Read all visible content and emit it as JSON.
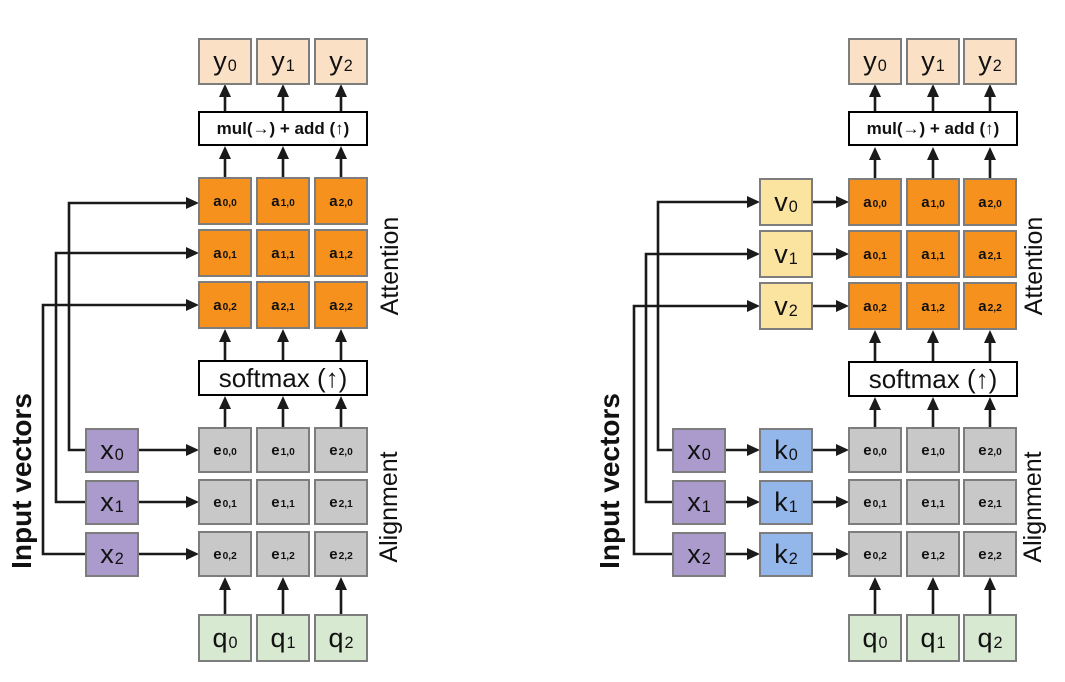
{
  "colors": {
    "output_box": "#FAE1C6",
    "attention_cell": "#F6911E",
    "alignment_cell": "#C8C8C8",
    "input_box": "#AA9BCC",
    "query_box": "#D7E9D1",
    "key_box": "#93B7EA",
    "value_box": "#FBE3A0",
    "op_box": "#FFFFFF",
    "wire": "#1A1A1A"
  },
  "left": {
    "side_label": "Input vectors",
    "attention_label": "Attention",
    "alignment_label": "Alignment",
    "softmax_label": "softmax (↑)",
    "muladd_label": "mul(→) + add (↑)",
    "y": [
      {
        "base": "y",
        "sub": "0"
      },
      {
        "base": "y",
        "sub": "1"
      },
      {
        "base": "y",
        "sub": "2"
      }
    ],
    "x": [
      {
        "base": "x",
        "sub": "0"
      },
      {
        "base": "x",
        "sub": "1"
      },
      {
        "base": "x",
        "sub": "2"
      }
    ],
    "q": [
      {
        "base": "q",
        "sub": "0"
      },
      {
        "base": "q",
        "sub": "1"
      },
      {
        "base": "q",
        "sub": "2"
      }
    ],
    "a": [
      [
        {
          "base": "a",
          "sub": "0,0"
        },
        {
          "base": "a",
          "sub": "1,0"
        },
        {
          "base": "a",
          "sub": "2,0"
        }
      ],
      [
        {
          "base": "a",
          "sub": "0,1"
        },
        {
          "base": "a",
          "sub": "1,1"
        },
        {
          "base": "a",
          "sub": "1,2"
        }
      ],
      [
        {
          "base": "a",
          "sub": "0,2"
        },
        {
          "base": "a",
          "sub": "2,1"
        },
        {
          "base": "a",
          "sub": "2,2"
        }
      ]
    ],
    "e": [
      [
        {
          "base": "e",
          "sub": "0,0"
        },
        {
          "base": "e",
          "sub": "1,0"
        },
        {
          "base": "e",
          "sub": "2,0"
        }
      ],
      [
        {
          "base": "e",
          "sub": "0,1"
        },
        {
          "base": "e",
          "sub": "1,1"
        },
        {
          "base": "e",
          "sub": "2,1"
        }
      ],
      [
        {
          "base": "e",
          "sub": "0,2"
        },
        {
          "base": "e",
          "sub": "1,2"
        },
        {
          "base": "e",
          "sub": "2,2"
        }
      ]
    ]
  },
  "right": {
    "side_label": "Input vectors",
    "attention_label": "Attention",
    "alignment_label": "Alignment",
    "softmax_label": "softmax (↑)",
    "muladd_label": "mul(→) + add (↑)",
    "y": [
      {
        "base": "y",
        "sub": "0"
      },
      {
        "base": "y",
        "sub": "1"
      },
      {
        "base": "y",
        "sub": "2"
      }
    ],
    "x": [
      {
        "base": "x",
        "sub": "0"
      },
      {
        "base": "x",
        "sub": "1"
      },
      {
        "base": "x",
        "sub": "2"
      }
    ],
    "k": [
      {
        "base": "k",
        "sub": "0"
      },
      {
        "base": "k",
        "sub": "1"
      },
      {
        "base": "k",
        "sub": "2"
      }
    ],
    "v": [
      {
        "base": "v",
        "sub": "0"
      },
      {
        "base": "v",
        "sub": "1"
      },
      {
        "base": "v",
        "sub": "2"
      }
    ],
    "q": [
      {
        "base": "q",
        "sub": "0"
      },
      {
        "base": "q",
        "sub": "1"
      },
      {
        "base": "q",
        "sub": "2"
      }
    ],
    "a": [
      [
        {
          "base": "a",
          "sub": "0,0"
        },
        {
          "base": "a",
          "sub": "1,0"
        },
        {
          "base": "a",
          "sub": "2,0"
        }
      ],
      [
        {
          "base": "a",
          "sub": "0,1"
        },
        {
          "base": "a",
          "sub": "1,1"
        },
        {
          "base": "a",
          "sub": "2,1"
        }
      ],
      [
        {
          "base": "a",
          "sub": "0,2"
        },
        {
          "base": "a",
          "sub": "1,2"
        },
        {
          "base": "a",
          "sub": "2,2"
        }
      ]
    ],
    "e": [
      [
        {
          "base": "e",
          "sub": "0,0"
        },
        {
          "base": "e",
          "sub": "1,0"
        },
        {
          "base": "e",
          "sub": "2,0"
        }
      ],
      [
        {
          "base": "e",
          "sub": "0,1"
        },
        {
          "base": "e",
          "sub": "1,1"
        },
        {
          "base": "e",
          "sub": "2,1"
        }
      ],
      [
        {
          "base": "e",
          "sub": "0,2"
        },
        {
          "base": "e",
          "sub": "1,2"
        },
        {
          "base": "e",
          "sub": "2,2"
        }
      ]
    ]
  }
}
